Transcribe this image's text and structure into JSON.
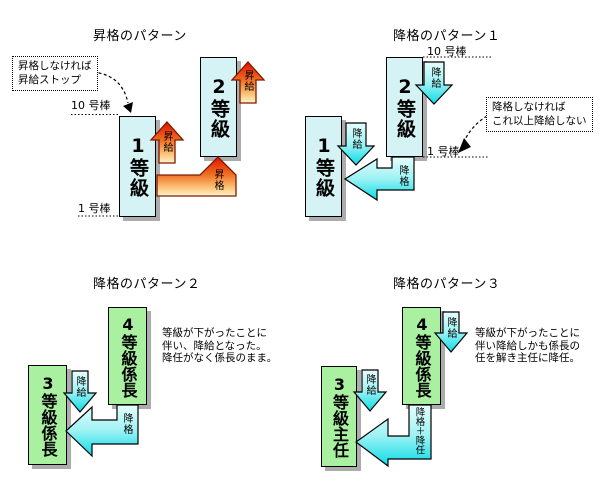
{
  "colors": {
    "box_cyan": "#D5F2F4",
    "box_green": "#A9F1A1",
    "raise_arrow_top": "#E01000",
    "raise_arrow_bottom": "#FFF4CA",
    "cut_arrow_top": "#E6FDFD",
    "cut_arrow_bottom": "#09DCE6",
    "shadow": "#ACACAC"
  },
  "panels": {
    "promotion": {
      "title": "昇格のパターン",
      "callout": {
        "line1": "昇格しなければ",
        "line2": "昇給ストップ"
      },
      "step_label_top": "10 号棒",
      "step_label_bottom": "1 号棒",
      "grade_box_1": "1等級",
      "grade_box_2": "2等級",
      "raise_arrow_1": "昇給",
      "raise_arrow_2": "昇給",
      "promote_arrow": "昇格"
    },
    "demotion1": {
      "title": "降格のパターン１",
      "callout": {
        "line1": "降格しなければ",
        "line2": "これ以上降給しない"
      },
      "step_label_top": "10 号棒",
      "step_label_bottom": "1 号棒",
      "grade_box_1": "1等級",
      "grade_box_2": "2等級",
      "cut_arrow_1": "降給",
      "cut_arrow_2": "降給",
      "demote_arrow": "降格"
    },
    "demotion2": {
      "title": "降格のパターン２",
      "grade_box_4": "4等級係長",
      "grade_box_3": "3等級係長",
      "cut_arrow": "降給",
      "demote_arrow": "降格",
      "note": {
        "line1": "等級が下がったことに",
        "line2": "伴い、降給となった。",
        "line3": "降任がなく係長のまま。"
      }
    },
    "demotion3": {
      "title": "降格のパターン３",
      "grade_box_4": "4等級係長",
      "grade_box_3": "3等級主任",
      "cut_arrow_1": "降給",
      "cut_arrow_2": "降給",
      "demote_arrow": "降格＋降任",
      "note": {
        "line1": "等級が下がったことに",
        "line2": "伴い降給しかも係長の",
        "line3": "任を解き主任に降任。"
      }
    }
  }
}
